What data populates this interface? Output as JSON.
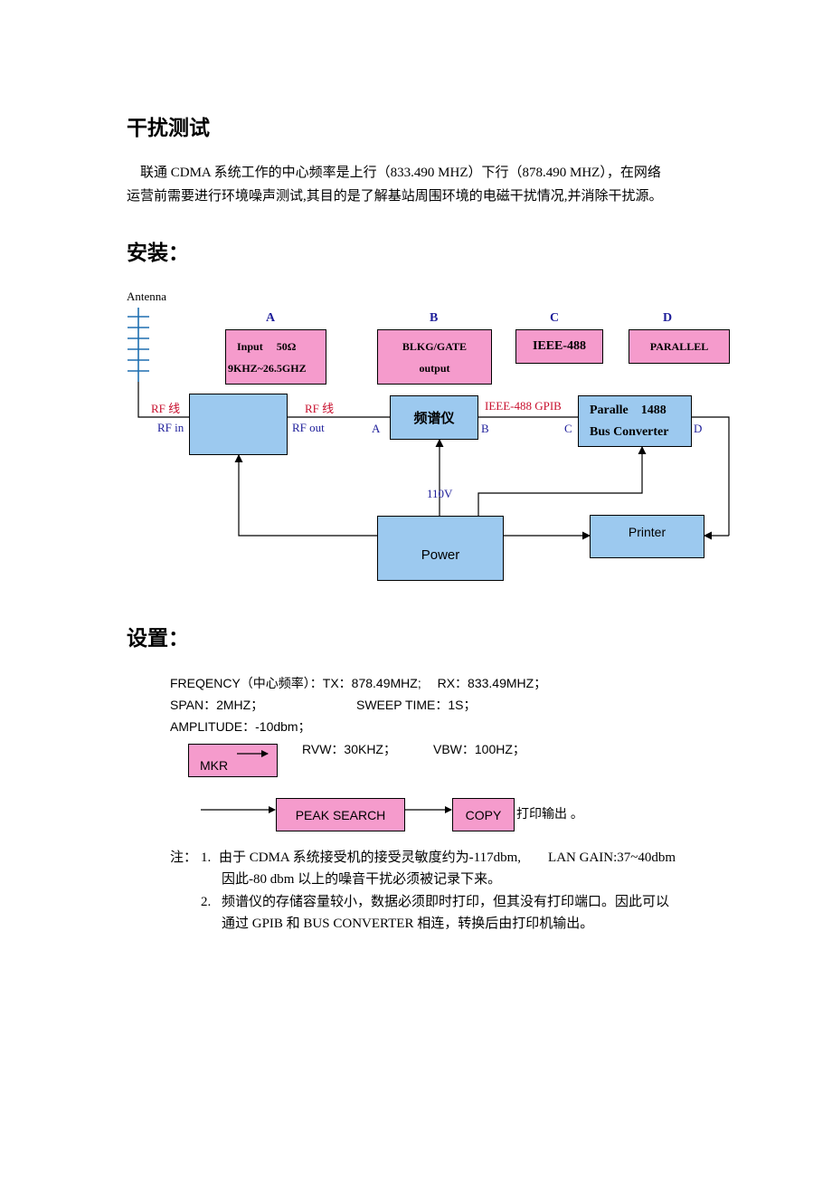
{
  "sections": {
    "interference_title": "干扰测试",
    "intro_line1": "联通 CDMA 系统工作的中心频率是上行（833.490 MHZ）下行（878.490 MHZ），在网络",
    "intro_line2": "运营前需要进行环境噪声测试,其目的是了解基站周围环境的电磁干扰情况,并消除干扰源。",
    "install_title": "安装：",
    "setup_title": "设置："
  },
  "diagram": {
    "antenna_label": "Antenna",
    "letters": [
      "A",
      "B",
      "C",
      "D"
    ],
    "box_a_line1": "Input　 50Ω",
    "box_a_line2": "9KHZ~26.5GHZ",
    "box_b_line1": "BLKG/GATE",
    "box_b_line2": "output",
    "box_c": "IEEE-488",
    "box_d": "PARALLEL",
    "rf_line_left": "RF  线",
    "rf_line_right": "RF  线",
    "rf_in": "RF in",
    "rf_out": "RF out",
    "port_a": "A",
    "port_b": "B",
    "port_c": "C",
    "port_d": "D",
    "analyzer": "频谱仪",
    "gpib_label": "IEEE-488 GPIB",
    "converter_line1": "Paralle　1488",
    "converter_line2": "Bus Converter",
    "voltage": "110V",
    "power": "Power",
    "printer": "Printer",
    "colors": {
      "pink": "#f59bcc",
      "blue": "#9cc9ef",
      "red": "#c8102e",
      "navy": "#1e1e9a"
    }
  },
  "settings": {
    "line1": "FREQENCY（中心频率）：TX：878.49MHZ;　 RX：833.49MHZ；",
    "span": "SPAN：2MHZ；",
    "sweep": "SWEEP TIME：1S；",
    "amplitude": "AMPLITUDE：-10dbm；",
    "mkr": "MKR",
    "rvw": "RVW：30KHZ；",
    "vbw": "VBW：100HZ；",
    "peak_search": "PEAK SEARCH",
    "copy": "COPY",
    "print_output": "打印输出 。"
  },
  "notes": {
    "prefix": "注：",
    "n1_num": "1.",
    "n1_line1": "由于 CDMA 系统接受机的接受灵敏度约为-117dbm,　　LAN GAIN:37~40dbm",
    "n1_line2": "因此-80 dbm 以上的噪音干扰必须被记录下来。",
    "n2_num": "2.",
    "n2_line1": "频谱仪的存储容量较小，数据必须即时打印，但其没有打印端口。因此可以",
    "n2_line2": "通过 GPIB  和  BUS CONVERTER  相连，转换后由打印机输出。"
  }
}
